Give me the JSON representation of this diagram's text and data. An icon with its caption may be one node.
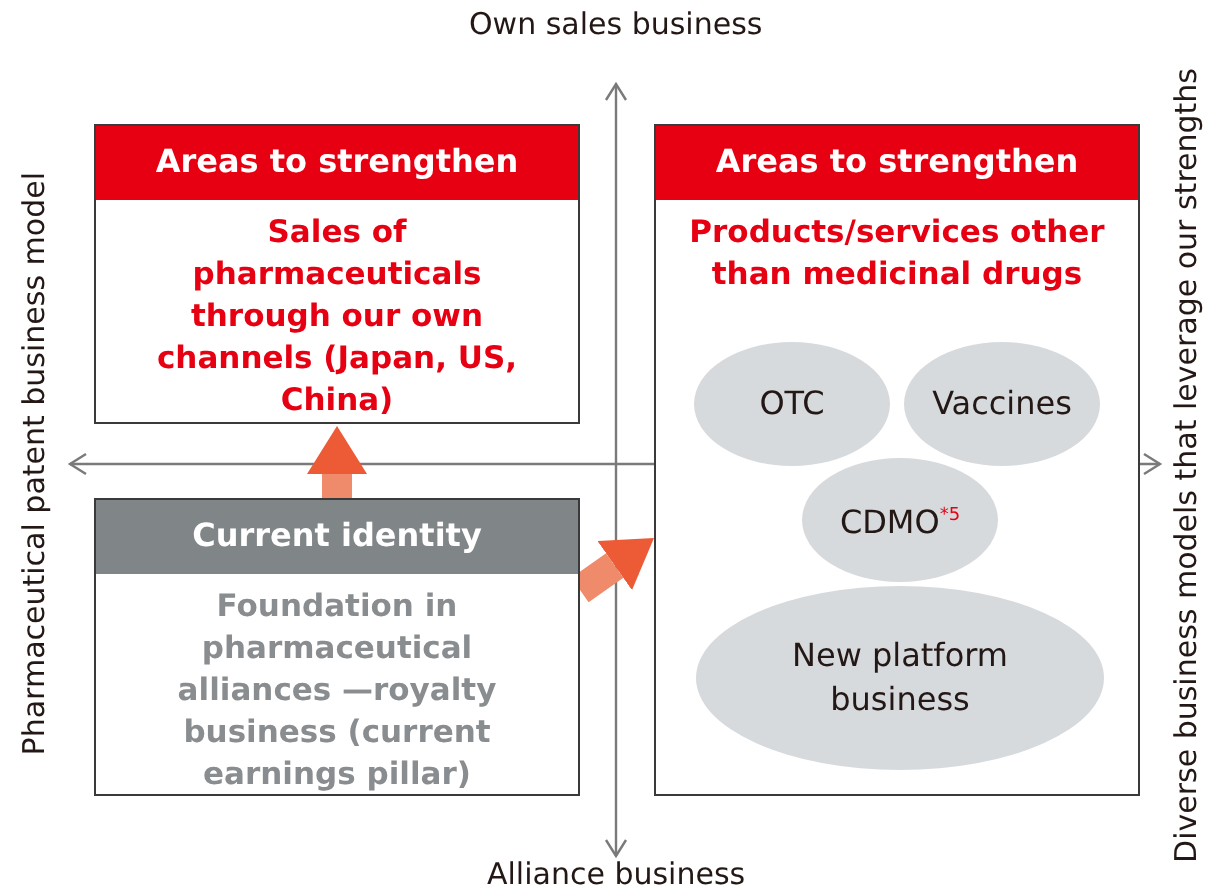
{
  "diagram": {
    "nodes": [
      {
        "text": [
          "Areas to strengthen",
          "Sales of pharmaceuticals through our own channels (Japan, US, China)"
        ]
      },
      {
        "text": [
          "Areas to strengthen",
          "Products/services other than medicinal drugs"
        ]
      },
      {
        "text": [
          "OTC"
        ],
        "in": 1
      },
      {
        "text": [
          "Vaccines"
        ],
        "in": 1
      },
      {
        "text": [
          "CDMO$^{*5}$"
        ],
        "in": 1
      },
      {
        "text": [
          "New platform business"
        ],
        "in": 1
      },
      {
        "text": [
          "Current identity",
          "Foundation in pharmaceutical alliances —royalty business (current earnings pillar)"
        ]
      }
    ],
    "edges": [
      {
        "from": 6,
        "to": 0,
        "arrow": "to"
      },
      {
        "from": 6,
        "to": 1,
        "arrow": "to"
      }
    ],
    "labels": [
      "Own sales business",
      "Pharmaceutical patent business model",
      "Diverse business models that leverage our strengths",
      "Alliance business"
    ]
  }
}
